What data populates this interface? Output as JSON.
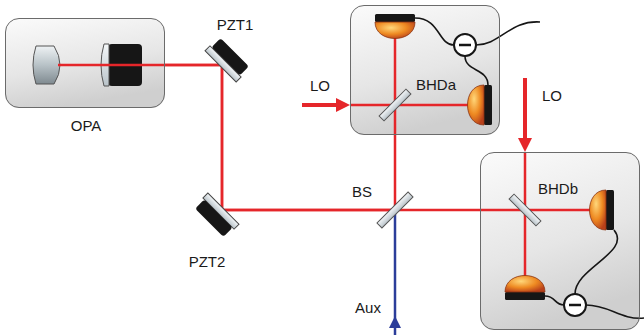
{
  "diagram": {
    "nodes": [
      {
        "text": [
          "OPA"
        ]
      },
      {
        "text": [
          "BHDa"
        ]
      },
      {
        "text": [
          "BHDb"
        ]
      }
    ],
    "edges": [
      {
        "from": 0,
        "to": 1,
        "arrow": "none"
      },
      {
        "from": 0,
        "to": 2,
        "arrow": "none"
      }
    ],
    "labels": [
      "PZT1",
      "LO",
      "BS",
      "PZT2",
      "Aux",
      "LO"
    ]
  }
}
